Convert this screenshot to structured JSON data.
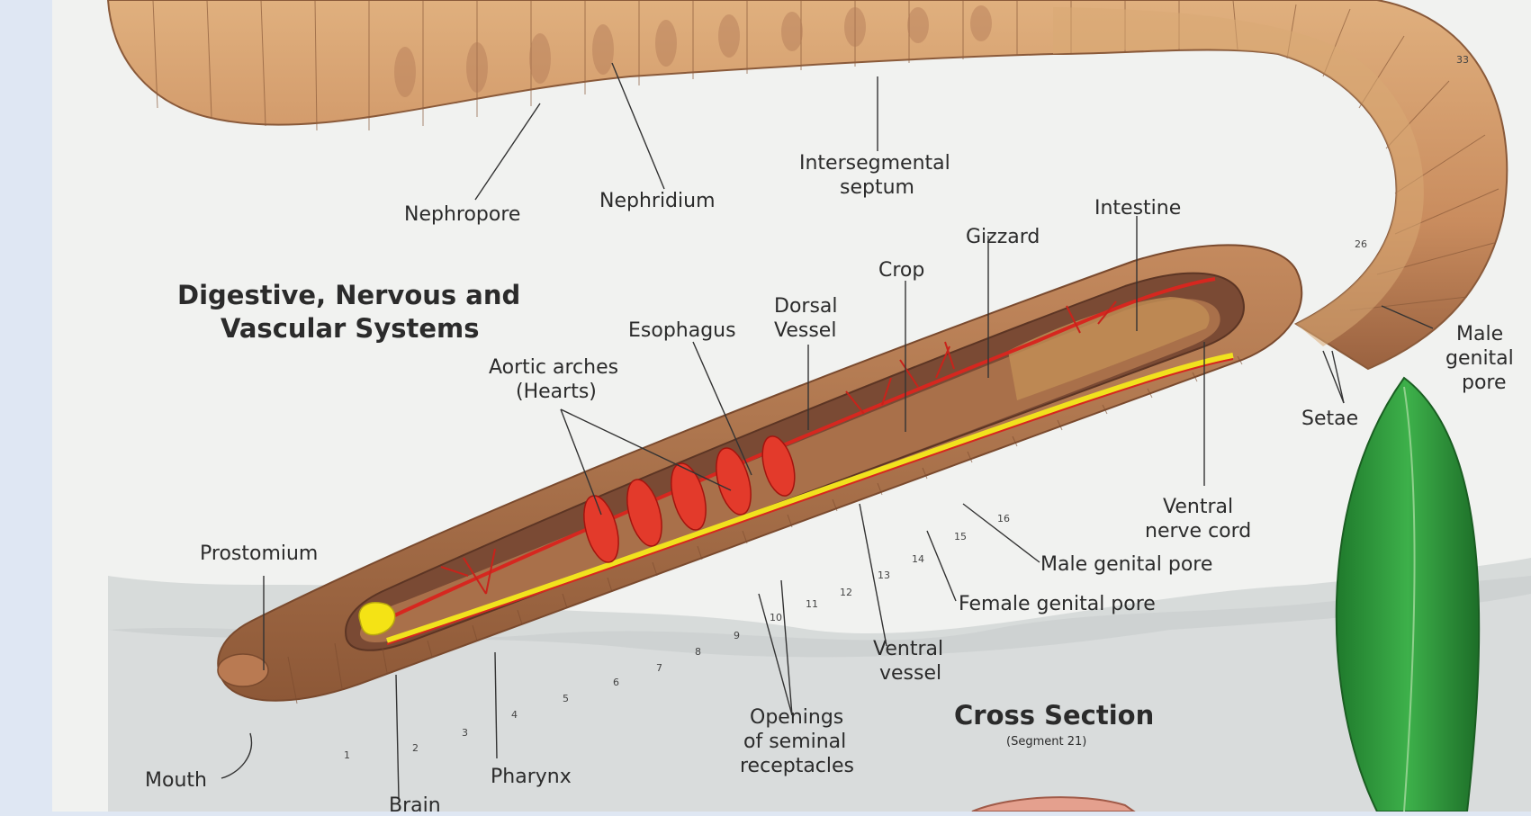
{
  "colors": {
    "page_bg": "#dfe7f3",
    "paper": "#f1f2f0",
    "worm_skin": "#c98c5e",
    "worm_dark": "#a56a45",
    "cavity": "#7a4a34",
    "vessel_red": "#d6271f",
    "nerve_yellow": "#f1e21e",
    "leaf_green": "#2f9a3c"
  },
  "titles": {
    "main_line1": "Digestive, Nervous and",
    "main_line2": "Vascular Systems",
    "cross_section": "Cross Section",
    "cross_section_sub": "(Segment 21)"
  },
  "labels": {
    "nephropore": "Nephropore",
    "nephridium": "Nephridium",
    "intersegmental_1": "Intersegmental",
    "intersegmental_2": "septum",
    "intestine": "Intestine",
    "gizzard": "Gizzard",
    "crop": "Crop",
    "dorsal_1": "Dorsal",
    "dorsal_2": "Vessel",
    "esophagus": "Esophagus",
    "aortic_1": "Aortic arches",
    "aortic_2": "(Hearts)",
    "male_pore_right_1": "Male",
    "male_pore_right_2": "genital",
    "male_pore_right_3": "pore",
    "setae": "Setae",
    "ventral_nerve_1": "Ventral",
    "ventral_nerve_2": "nerve cord",
    "male_genital_pore": "Male genital pore",
    "female_genital_pore": "Female genital pore",
    "prostomium": "Prostomium",
    "ventral_vessel_1": "Ventral",
    "ventral_vessel_2": "vessel",
    "openings_1": "Openings",
    "openings_2": "of seminal",
    "openings_3": "receptacles",
    "mouth": "Mouth",
    "brain": "Brain",
    "pharynx": "Pharynx"
  },
  "segment_numbers": [
    "1",
    "2",
    "3",
    "4",
    "5",
    "6",
    "7",
    "8",
    "9",
    "10",
    "11",
    "12",
    "13",
    "14",
    "15",
    "16",
    "26",
    "33"
  ]
}
